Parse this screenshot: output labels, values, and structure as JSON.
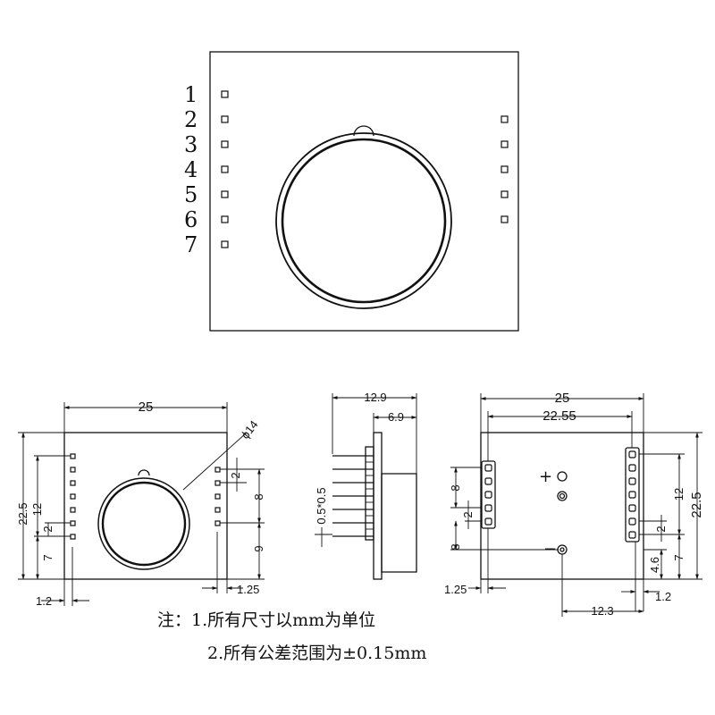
{
  "pin_numbers": [
    "1",
    "2",
    "3",
    "4",
    "5",
    "6",
    "7"
  ],
  "dims": {
    "front_width": "25",
    "front_height": "22.5",
    "front_12": "12",
    "front_2_left": "2",
    "front_7": "7",
    "front_1_2": "1.2",
    "front_1_25": "1.25",
    "front_2_right": "2",
    "front_8": "8",
    "front_9": "9",
    "phi14": "ϕ14",
    "side_12_9": "12.9",
    "side_6_9": "6.9",
    "side_pin": "0.5*0.5",
    "back_width": "25",
    "back_22_55": "22.55",
    "back_height": "22.5",
    "back_8_top": "8",
    "back_2_left": "2",
    "back_8_bottom": "8",
    "back_1_25": "1.25",
    "back_12": "12",
    "back_2_right": "2",
    "back_4_6": "4.6",
    "back_7": "7",
    "back_1_2": "1.2",
    "back_12_3": "12.3"
  },
  "symbols": {
    "plus": "+",
    "minus": "−"
  },
  "notes": {
    "line1": "注：1.所有尺寸以mm为单位",
    "line2": "2.所有公差范围为±0.15mm"
  }
}
